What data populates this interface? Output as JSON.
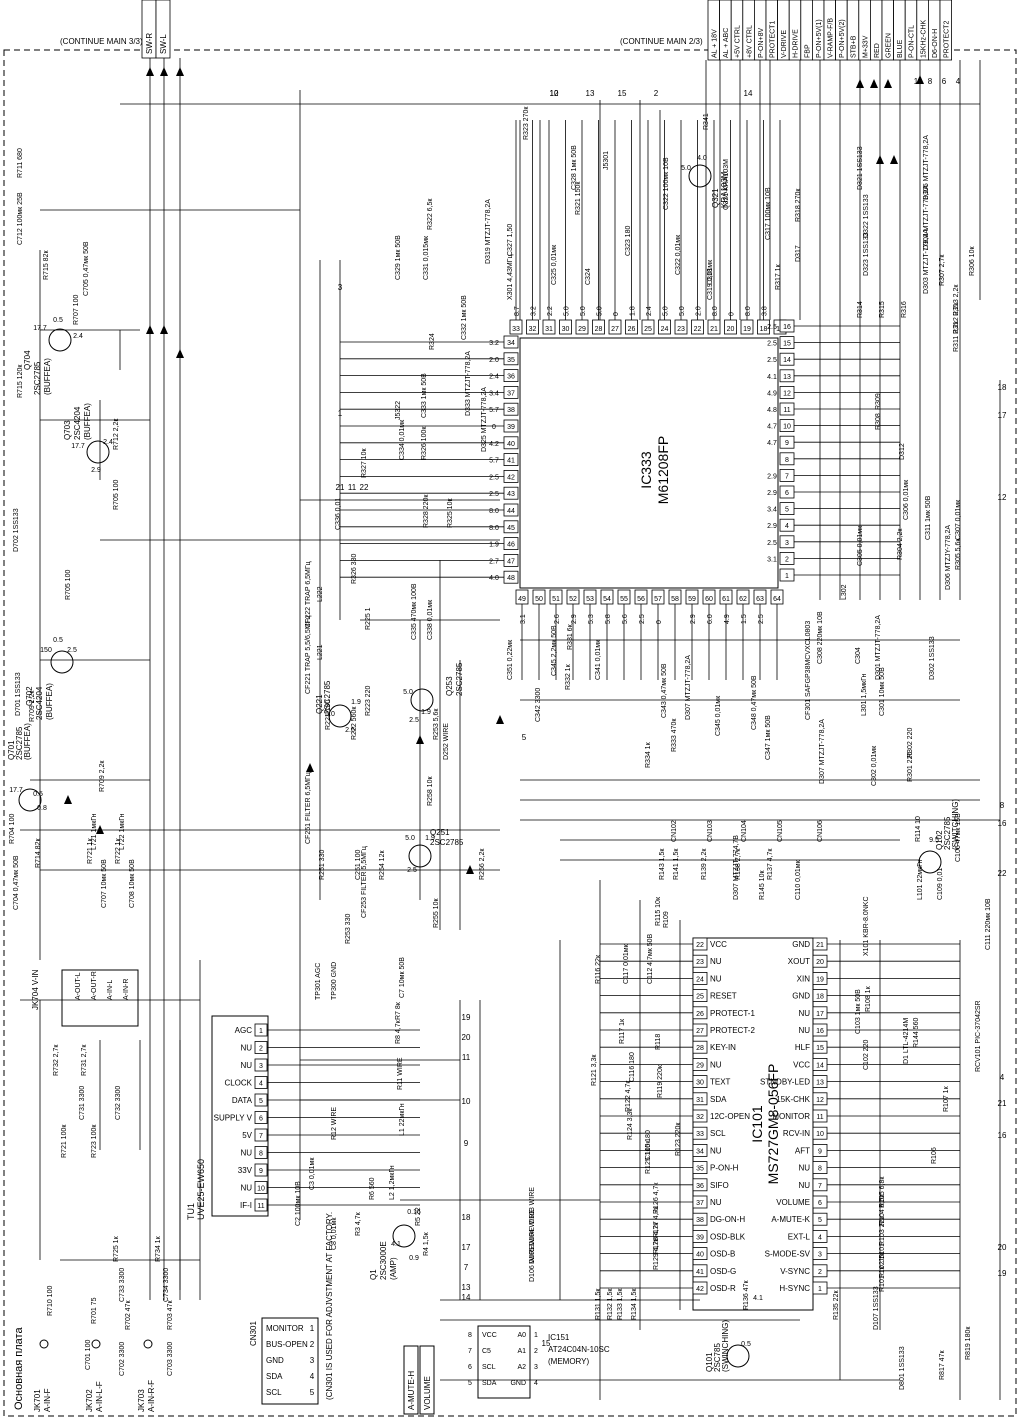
{
  "header": {
    "continue_left": "(CONTINUE MAIN 3/3)",
    "continue_right": "(CONTINUE MAIN 2/3)",
    "left_connectors": [
      "SW-R",
      "SW-L"
    ],
    "right_connectors": [
      "AL + 18V",
      "AL + ABC",
      "+5V CTRL",
      "+8V CTRL",
      "P-ON+8V",
      "PROTECT1",
      "V-DRIVE",
      "H-DRIVE",
      "FBP",
      "P-ON+5V(1)",
      "V-RAMP-F/B",
      "P-ON+5V(2)",
      "STB+B",
      "M+33V",
      "RED",
      "GREEN",
      "BLUE",
      "P-ON-CTL",
      "15KHz-CHK",
      "D6-ON-H",
      "PROTECT2"
    ]
  },
  "ic333": {
    "name": "IC333",
    "part": "M61208FP"
  },
  "ic101": {
    "name": "IC101",
    "part": "MS727GM8-056FP"
  },
  "ic151": {
    "name": "IC151",
    "part": "AT24C04N-10SC",
    "sub": "(MEMORY)",
    "pins_left": [
      "VCC",
      "C5",
      "SCL",
      "SDA"
    ],
    "pins_right": [
      "A0",
      "A1",
      "A2",
      "GND"
    ],
    "nums_left": [
      "8",
      "7",
      "6",
      "5"
    ],
    "nums_right": [
      "1",
      "2",
      "3",
      "4"
    ]
  },
  "tu1": {
    "name": "TU1",
    "part": "UVE25-EW650",
    "pins": [
      {
        "n": "1",
        "label": "AGC"
      },
      {
        "n": "2",
        "label": "NU"
      },
      {
        "n": "3",
        "label": "NU"
      },
      {
        "n": "4",
        "label": "CLOCK"
      },
      {
        "n": "5",
        "label": "DATA"
      },
      {
        "n": "6",
        "label": "SUPPLY V"
      },
      {
        "n": "7",
        "label": "5V"
      },
      {
        "n": "8",
        "label": "NU"
      },
      {
        "n": "9",
        "label": "33V"
      },
      {
        "n": "10",
        "label": "NU"
      },
      {
        "n": "11",
        "label": "IF-I"
      }
    ]
  },
  "ic101_left_pins": [
    {
      "n": "22",
      "label": "VCC"
    },
    {
      "n": "23",
      "label": "NU"
    },
    {
      "n": "24",
      "label": "NU"
    },
    {
      "n": "25",
      "label": "RESET"
    },
    {
      "n": "26",
      "label": "PROTECT-1"
    },
    {
      "n": "27",
      "label": "PROTECT-2"
    },
    {
      "n": "28",
      "label": "KEY-IN"
    },
    {
      "n": "29",
      "label": "NU"
    },
    {
      "n": "30",
      "label": "TEXT"
    },
    {
      "n": "31",
      "label": "SDA"
    },
    {
      "n": "32",
      "label": "12C-OPEN"
    },
    {
      "n": "33",
      "label": "SCL"
    },
    {
      "n": "34",
      "label": "NU"
    },
    {
      "n": "35",
      "label": "P-ON-H"
    },
    {
      "n": "36",
      "label": "SIFO"
    },
    {
      "n": "37",
      "label": "NU"
    },
    {
      "n": "38",
      "label": "DG-ON-H"
    },
    {
      "n": "39",
      "label": "OSD-BLK"
    },
    {
      "n": "40",
      "label": "OSD-B"
    },
    {
      "n": "41",
      "label": "OSD-G"
    },
    {
      "n": "42",
      "label": "OSD-R"
    }
  ],
  "ic101_right_pins": [
    {
      "n": "21",
      "label": "GND"
    },
    {
      "n": "20",
      "label": "XOUT"
    },
    {
      "n": "19",
      "label": "XIN"
    },
    {
      "n": "18",
      "label": "GND"
    },
    {
      "n": "17",
      "label": "NU"
    },
    {
      "n": "16",
      "label": "NU"
    },
    {
      "n": "15",
      "label": "HLF"
    },
    {
      "n": "14",
      "label": "VCC"
    },
    {
      "n": "13",
      "label": "STNDBY-LED"
    },
    {
      "n": "12",
      "label": "15K-CHK"
    },
    {
      "n": "11",
      "label": "MONITOR"
    },
    {
      "n": "10",
      "label": "RCV-IN"
    },
    {
      "n": "9",
      "label": "AFT"
    },
    {
      "n": "8",
      "label": "NU"
    },
    {
      "n": "7",
      "label": "NU"
    },
    {
      "n": "6",
      "label": "VOLUME"
    },
    {
      "n": "5",
      "label": "A-MUTE-K"
    },
    {
      "n": "4",
      "label": "EXT-L"
    },
    {
      "n": "3",
      "label": "S-MODE-SV"
    },
    {
      "n": "2",
      "label": "V-SYNC"
    },
    {
      "n": "1",
      "label": "H-SYNC"
    }
  ],
  "ic333_top_pins": [
    "33",
    "32",
    "31",
    "30",
    "29",
    "28",
    "27",
    "26",
    "25",
    "24",
    "23",
    "22",
    "21",
    "20",
    "19",
    "18",
    "17"
  ],
  "ic333_top_volts": [
    "8.7",
    "3.2",
    "2.2",
    "5.0",
    "5.0",
    "5.0",
    "0",
    "1.8",
    "2.4",
    "5.0",
    "5.0",
    "2.0",
    "8.0",
    "0",
    "8.0",
    "3.8",
    ""
  ],
  "ic333_bottom_pins": [
    "49",
    "50",
    "51",
    "52",
    "53",
    "54",
    "55",
    "56",
    "57",
    "58",
    "59",
    "60",
    "61",
    "62",
    "63",
    "64"
  ],
  "ic333_bottom_volts": [
    "3.1",
    "",
    "2.6",
    "2.9",
    "5.3",
    "5.8",
    "5.6",
    "2.5",
    "0",
    "",
    "2.9",
    "6.0",
    "4.9",
    "1.5",
    "2.5",
    ""
  ],
  "ic333_left_pins": [
    "34",
    "35",
    "36",
    "37",
    "38",
    "39",
    "40",
    "41",
    "42",
    "43",
    "44",
    "45",
    "46",
    "47",
    "48"
  ],
  "ic333_left_volts": [
    "3.2",
    "2.0",
    "2.4",
    "3.4",
    "5.7",
    "0",
    "4.2",
    "5.7",
    "2.5",
    "2.5",
    "8.0",
    "8.0",
    "1.9",
    "2.7",
    "4.0"
  ],
  "ic333_right_pins": [
    "16",
    "15",
    "14",
    "13",
    "12",
    "11",
    "10",
    "9",
    "8",
    "7",
    "6",
    "5",
    "4",
    "3",
    "2",
    "1"
  ],
  "ic333_right_volts": [
    "2.5",
    "2.5",
    "2.5",
    "4.1",
    "4.9",
    "4.8",
    "4.7",
    "4.7",
    "",
    "2.9",
    "2.9",
    "3.4",
    "2.9",
    "2.5",
    "3.1",
    ""
  ],
  "transistors": [
    {
      "ref": "Q704",
      "part": "2SC2785",
      "note": "(BUFFEA)"
    },
    {
      "ref": "Q703",
      "part": "2SC4204",
      "note": "(BUFFEA)"
    },
    {
      "ref": "Q702",
      "part": "2SC4204",
      "note": "(BUFFEA)"
    },
    {
      "ref": "Q701",
      "part": "2SC2785",
      "note": "(BUFFEA)"
    },
    {
      "ref": "Q221",
      "part": "2SC2785",
      "note": ""
    },
    {
      "ref": "Q253",
      "part": "2SC2785",
      "note": ""
    },
    {
      "ref": "Q251",
      "part": "2SC2785",
      "note": ""
    },
    {
      "ref": "Q321",
      "part": "KRA103M",
      "note": ""
    },
    {
      "ref": "Q1",
      "part": "2SC3000E",
      "note": "(AMP)"
    },
    {
      "ref": "Q101",
      "part": "2SC785",
      "note": "(SWINCHING)"
    },
    {
      "ref": "Q102",
      "part": "2SC2785",
      "note": "(SWITCHING)"
    }
  ],
  "components_left": [
    "R711 680",
    "C712 100мк 25В",
    "R715 82к",
    "C705 0,47мк 50В",
    "R707 100",
    "R715 120к",
    "R712 2,2к",
    "R705 100",
    "D702 1SS133",
    "R705 100",
    "R709 2,2к",
    "D701 1SS133",
    "R709 2,2к",
    "R704 100",
    "R714 82к",
    "C704 0,47мк 50В",
    "L721 1мкГн",
    "L722 1мкГн",
    "R721 1к",
    "R722 1к",
    "C707 10мк 50В",
    "C708 10мк 50В"
  ],
  "jacks": {
    "jk704": "JK704 V-IN",
    "a_out_l": "A-OUT-L",
    "a_out_r": "A-OUT-R",
    "a_in_l": "A-IN-L",
    "a_in_r": "A-IN-R"
  },
  "lower_left": [
    "R732 2,7к",
    "R731 2,7к",
    "C731 3300",
    "C732 3300",
    "R721 100к",
    "R723 100к",
    "R725 1к",
    "R734 1к",
    "C733 3300",
    "C734 3300",
    "R710 100",
    "R701 75",
    "C701 100",
    "R702 47к",
    "R703 47к",
    "C702 3300",
    "C703 3300"
  ],
  "footer": {
    "board": "Основная плата",
    "jacks": [
      {
        "ref": "JK701",
        "label": "A-IN-F"
      },
      {
        "ref": "JK702",
        "label": "A-IN-L-F"
      },
      {
        "ref": "JK703",
        "label": "A-IN-R-F"
      }
    ],
    "cn301": "CN301",
    "cn301_pins": [
      {
        "n": "1",
        "label": "MONITOR"
      },
      {
        "n": "2",
        "label": "BUS-OPEN"
      },
      {
        "n": "3",
        "label": "GND"
      },
      {
        "n": "4",
        "label": "SDA"
      },
      {
        "n": "5",
        "label": "SCL"
      }
    ],
    "cn301_note": "(CN301 IS USED FOR ADJVSTMENT AT FACTORY.",
    "amute": "A-MUTE-H",
    "volume": "VOLUME"
  },
  "center_parts": [
    "CF222 TRAP 6,5МГц",
    "CF221 TRAP 5,5/6,5МГц",
    "L222",
    "L221",
    "R225 1",
    "R326 330",
    "C335 470мк 100В",
    "C338 0,01мк",
    "C351 0,22мк",
    "C345 2,2мк 50В",
    "R331 6к",
    "R332 1к",
    "C341 0,01мк",
    "C343 0,47мк 50В",
    "C342 3300",
    "R333 470к",
    "D307 MTZJT-778,2A",
    "R334 1к",
    "C345 0,01мк",
    "CF251 FILTER 6,5МГц",
    "CF253 FILTER 5,5МГц",
    "R253 330",
    "R255 10к",
    "R256 2,2к",
    "R254 12к",
    "C251 100",
    "R251 330",
    "R258 10к",
    "R253 5,6к",
    "D252 WIRE",
    "R222 560к",
    "R221 100",
    "R223 220"
  ],
  "top_parts": [
    "R323 270к",
    "C328 1мк 50В",
    "R321 150к",
    "C325 0,01мк",
    "C324",
    "C323 180",
    "J5301",
    "C322 100мк 10В",
    "Q321 KRA103M",
    "C322 0,01мк",
    "C319 0,01мк",
    "C318",
    "C317 100мк 10В",
    "R318 270к",
    "D317",
    "R317 1к",
    "R341",
    "C329 1мк 50В",
    "C331 0,015мк",
    "R322 6,5к",
    "D319 MTZJT-778,2A",
    "C327 1,50",
    "X301 4,43МГц",
    "R324",
    "C332 1мк 50В",
    "J5322",
    "C333 1мк 50В",
    "D333 MTZJT-778,2A",
    "C334 0,01мк",
    "R326 100к",
    "D325 MTZJT-778,2A",
    "R327 10к",
    "C336 0,01",
    "R328 220к",
    "R325 10к"
  ],
  "right_parts": [
    "D321 1SS133",
    "D305 MTZJT-778,2A",
    "D322 1SS133",
    "D304 MTZJT-778,2A",
    "D323 1SS133",
    "D303 MTZJT-778,2A",
    "R307 2,7к",
    "R306 10к",
    "R314",
    "R315",
    "R316",
    "R313 2,2к",
    "R312 2,2к",
    "R311 2,2к",
    "R309",
    "R308",
    "D312",
    "C306 0,01мк",
    "C311 1мк 50В",
    "C307 0,01мк",
    "R305 5,6к",
    "C305 0,01мк",
    "R304 2,2к",
    "L302",
    "D306 MTZJY-778,2A",
    "C308 220мк 10В",
    "C304",
    "D301 MTZJT-778,2A",
    "D302 1SS133",
    "L301 1,5мкГн",
    "C301 10мк 50В",
    "R302 220",
    "C302 0,01мк",
    "CF301 SAFGP38MCVXCL0803",
    "R301 220",
    "C348 0,47мк 50В",
    "C347 1мк 50В",
    "D307 MTZJT-778,2A"
  ],
  "ic101_parts": [
    "CN102",
    "CN103",
    "CN104",
    "CN105",
    "CN106",
    "R143 1,5к",
    "R141 1,5к",
    "R139 2,2к",
    "R138 2,7к",
    "R137 4,7к",
    "R114 10",
    "C106 47мк 15В",
    "D307 MTZJT-774,7B",
    "R145 10к",
    "C110 0,01мк",
    "R109",
    "R115 10к",
    "L101 22мкГн",
    "C109 0,01",
    "C111 220мк 10В",
    "X101 KBR-8.0NKC",
    "R116 22к",
    "C117 0,01мк",
    "C112 4,7мк 50В",
    "R108 1к",
    "C103 1мк 50В",
    "C102 220",
    "R144 560",
    "D1 LTL-4214M",
    "RCV101 PIC-37042SR",
    "R117 1к",
    "R118",
    "R121 3,3к",
    "C116 180",
    "R119 220к",
    "R122 4,7к",
    "R107 1к",
    "R124 3,3к",
    "C115 180",
    "R123 220к",
    "R125 100к",
    "R106",
    "R126 4,7к",
    "R127 4,7к",
    "R128 4,7к",
    "R129 4,7к",
    "R105 6,8к",
    "R104 6,5к",
    "R103 22к",
    "J5101",
    "R102 1к",
    "R101 1к",
    "R131 1,5к",
    "R132 1,5к",
    "R133 1,5к",
    "R134 1,5к",
    "R136 47к",
    "R135 22к",
    "D107 1SS133",
    "D801 1SS133",
    "R817 47к",
    "R819 180к",
    "D103 WIRE",
    "D104 WIRE",
    "D105 WIRE",
    "D106 WIRE"
  ],
  "tuner_parts": [
    "TP301 AGC",
    "TP300 GND",
    "C7 10мк 50В",
    "R7 8к",
    "R8 4,7к",
    "R11 WIRE",
    "R12 WIRE",
    "L1 22мкГн",
    "C3 0,01мк",
    "C2 100мк 10В",
    "C8 0,01мк",
    "R6 560",
    "L2 1,2мкГн",
    "R3 4,7к",
    "R5 22",
    "R4 1,5к"
  ],
  "bus_numbers": [
    "12",
    "13",
    "15",
    "2",
    "14",
    "3",
    "1",
    "21",
    "11",
    "22",
    "5",
    "8",
    "16",
    "22",
    "4",
    "21",
    "16",
    "20",
    "19",
    "18",
    "17",
    "19",
    "20",
    "11",
    "10",
    "9",
    "18",
    "17",
    "7",
    "13",
    "14",
    "15",
    "12",
    "1",
    "8",
    "6",
    "4",
    "10"
  ],
  "volts_misc": [
    "17.7",
    "0.5",
    "2.4",
    "17.7",
    "2.4",
    "2.9",
    "150",
    "0.5",
    "2.5",
    "17.7",
    "0.5",
    "0.8",
    "5.0",
    "2.5",
    "1.9",
    "5.0",
    "1.9",
    "2.5",
    "5.0",
    "1.9",
    "2.5",
    "5.0",
    "4.0",
    "9.5",
    "0.16",
    "4.1",
    "0.9",
    "0.5",
    "4.1"
  ]
}
